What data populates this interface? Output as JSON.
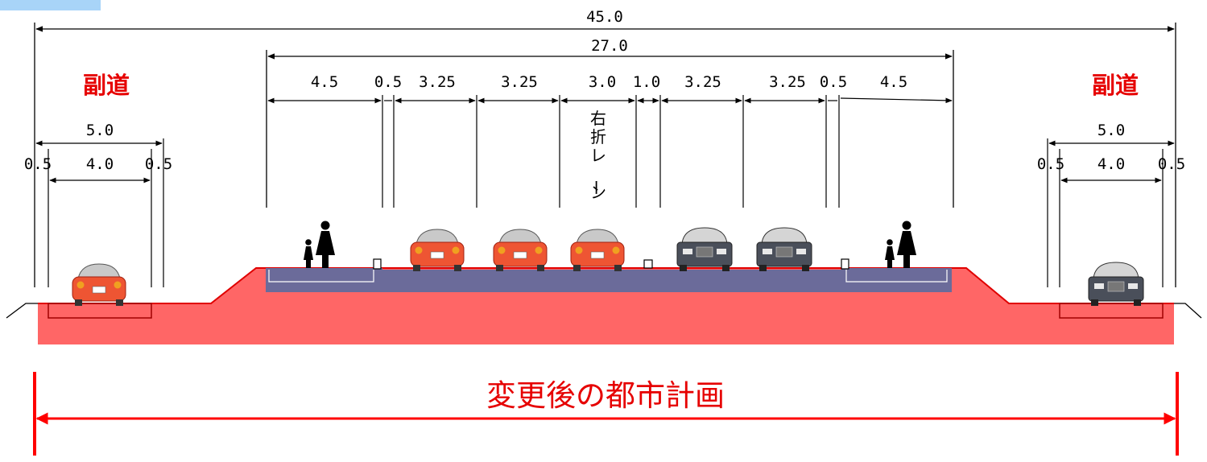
{
  "colors": {
    "road_fill": "#ff6666",
    "pavement_fill": "#6b6b9a",
    "accent_red": "#ff0000",
    "line": "#000000",
    "tab": "#a8d4f8"
  },
  "labels": {
    "total_width": "45.0",
    "main_road_width": "27.0",
    "left_side_road_title": "副道",
    "right_side_road_title": "副道",
    "right_turn_lane": "右折レーン",
    "caption": "変更後の都市計画"
  },
  "segments": [
    {
      "id": "seg1",
      "label": "4.5"
    },
    {
      "id": "seg2",
      "label": "0.5"
    },
    {
      "id": "seg3",
      "label": "3.25"
    },
    {
      "id": "seg4",
      "label": "3.25"
    },
    {
      "id": "seg5",
      "label": "3.0"
    },
    {
      "id": "seg6",
      "label": "1.0"
    },
    {
      "id": "seg7",
      "label": "3.25"
    },
    {
      "id": "seg8",
      "label": "3.25"
    },
    {
      "id": "seg9",
      "label": "0.5"
    },
    {
      "id": "seg10",
      "label": "4.5"
    }
  ],
  "left_side_road": {
    "total": "5.0",
    "left_margin": "0.5",
    "lane": "4.0",
    "right_margin": "0.5"
  },
  "right_side_road": {
    "total": "5.0",
    "left_margin": "0.5",
    "lane": "4.0",
    "right_margin": "0.5"
  }
}
